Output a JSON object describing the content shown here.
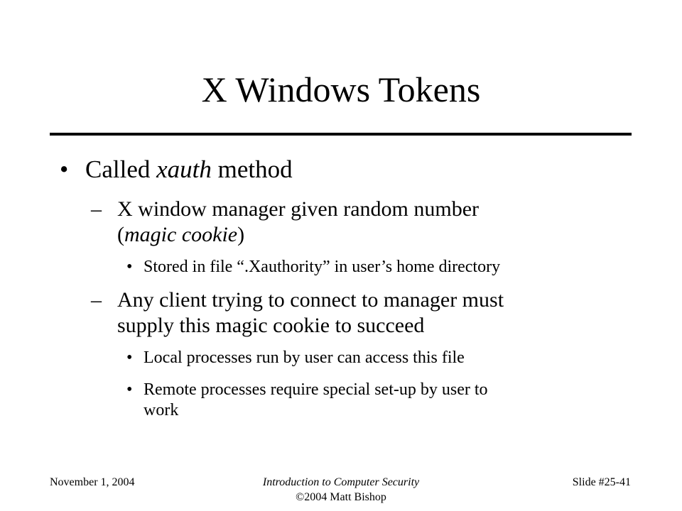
{
  "title": "X Windows Tokens",
  "bullets": {
    "b1": {
      "marker": "•",
      "pre": "Called ",
      "em": "xauth",
      "post": " method"
    },
    "b2": {
      "marker": "–",
      "line1": "X window manager given random number",
      "line2_pre": "(",
      "line2_em": "magic cookie",
      "line2_post": ")"
    },
    "b3": {
      "marker": "•",
      "text": "Stored in file “.Xauthority” in user’s home directory"
    },
    "b4": {
      "marker": "–",
      "line1": "Any client trying to connect to manager must",
      "line2": "supply this magic cookie to succeed"
    },
    "b5": {
      "marker": "•",
      "text": "Local processes run by user can access this file"
    },
    "b6": {
      "marker": "•",
      "line1": "Remote processes require special set-up by user to",
      "line2": "work"
    }
  },
  "footer": {
    "date": "November 1, 2004",
    "course": "Introduction to Computer Security",
    "copyright": "©2004 Matt Bishop",
    "slide_number": "Slide #25-41"
  }
}
